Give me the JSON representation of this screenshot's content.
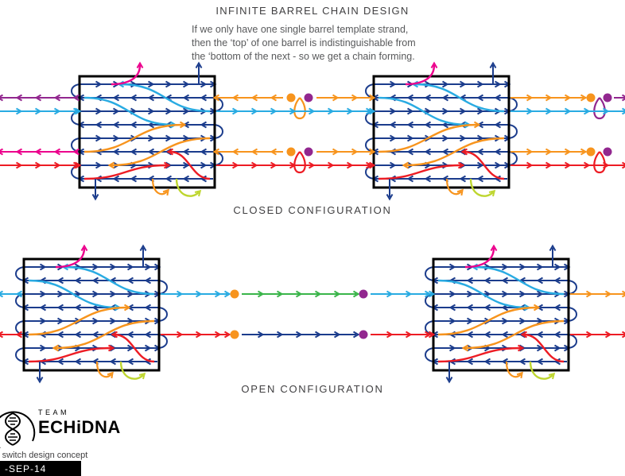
{
  "title": "INFINITE BARREL CHAIN DESIGN",
  "description": {
    "line1": "If we only have one single barrel template strand,",
    "line2": "then the ‘top’ of one barrel is indistinguishable from",
    "line3": "the ‘bottom of the next - so we get a chain forming."
  },
  "sections": {
    "closed_label": "CLOSED CONFIGURATION",
    "open_label": "OPEN CONFIGURATION"
  },
  "logo": {
    "team": "TEAM",
    "name": "ECHiDNA",
    "caption": "ve switch design concept",
    "date": "-SEP-14"
  },
  "colors": {
    "navy": "#1b3c8c",
    "cyan": "#29abe2",
    "orange": "#f7941d",
    "red": "#ed1c24",
    "magenta": "#ec008c",
    "purple": "#92278f",
    "green": "#3ab54a",
    "lime": "#bed62f",
    "ink": "#414042",
    "text": "#58595b"
  }
}
